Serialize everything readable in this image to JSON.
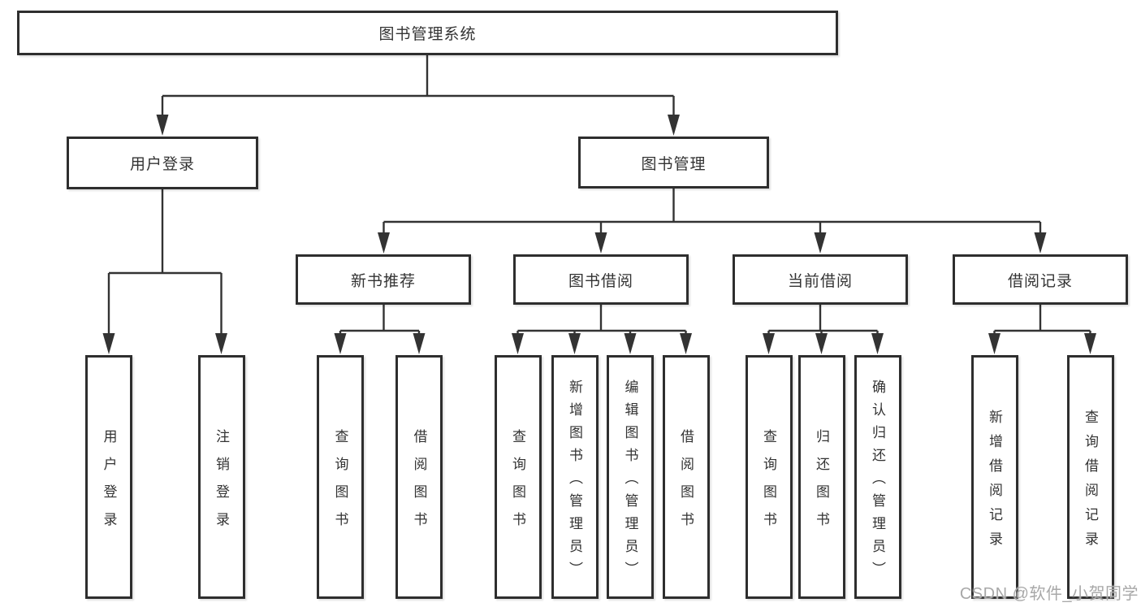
{
  "root": {
    "label": "图书管理系统"
  },
  "user_login": {
    "label": "用户登录",
    "children": [
      "用户登录",
      "注销登录"
    ]
  },
  "book_management": {
    "label": "图书管理",
    "sections": [
      {
        "label": "新书推荐",
        "children": [
          "查询图书",
          "借阅图书"
        ]
      },
      {
        "label": "图书借阅",
        "children": [
          "查询图书",
          "新增图书（管理员）",
          "编辑图书（管理员）",
          "借阅图书"
        ]
      },
      {
        "label": "当前借阅",
        "children": [
          "查询图书",
          "归还图书",
          "确认归还（管理员）"
        ]
      },
      {
        "label": "借阅记录",
        "children": [
          "新增借阅记录",
          "查询借阅记录"
        ]
      }
    ]
  },
  "watermark": "CSDN @软件_小贺同学",
  "colors": {
    "line": "#333333",
    "box_border": "#2e2e2e",
    "text": "#333333",
    "watermark": "#a8a8a8",
    "background": "#ffffff"
  }
}
